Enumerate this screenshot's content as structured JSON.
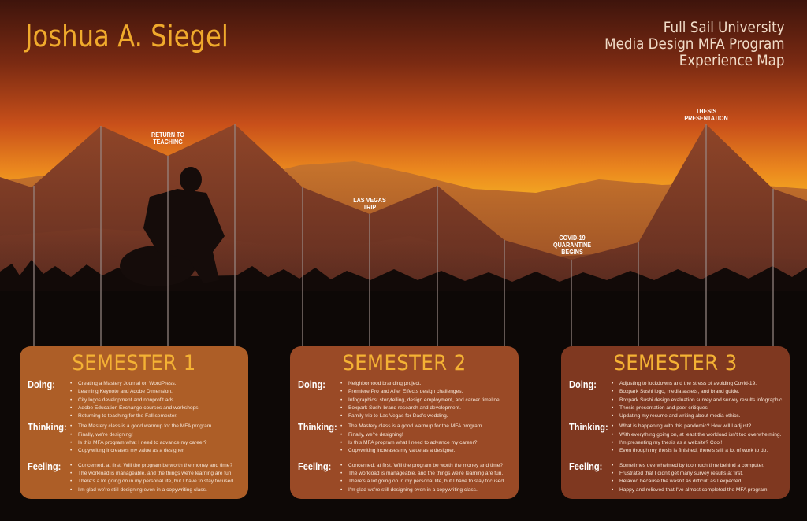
{
  "header": {
    "name": "Joshua A. Siegel",
    "org_lines": [
      "Full Sail University",
      "Media Design MFA Program",
      "Experience Map"
    ]
  },
  "milestones": [
    {
      "label_lines": [
        "RETURN TO",
        "TEACHING"
      ]
    },
    {
      "label_lines": [
        "LAS VEGAS",
        "TRIP"
      ]
    },
    {
      "label_lines": [
        "COVID-19",
        "QUARANTINE",
        "BEGINS"
      ]
    },
    {
      "label_lines": [
        "THESIS",
        "PRESENTATION"
      ]
    }
  ],
  "colors": {
    "title": "#f0aa2c",
    "card1": "#ad5e27",
    "card2": "#9a4a26",
    "card3": "#7f3820"
  },
  "cards": [
    {
      "title": "SEMESTER 1",
      "doing_label": "Doing:",
      "thinking_label": "Thinking:",
      "feeling_label": "Feeling:",
      "doing": [
        "Creating a Mastery Journal on WordPress.",
        "Learning Keynote and Adobe Dimension.",
        "City logos development and nonprofit ads.",
        "Adobe Education Exchange courses and workshops.",
        "Returning to teaching for the Fall semester."
      ],
      "thinking": [
        "The Mastery class is a good warmup for the MFA program.",
        "Finally, we're designing!",
        "Is this MFA program what I need to advance my career?",
        "Copywriting increases my value as a designer."
      ],
      "feeling": [
        "Concerned, at first. Will the program be worth the money and time?",
        "The workload is manageable, and the things we're learning are fun.",
        "There's a lot going on in my personal life, but I have to stay focused.",
        "I'm glad we're still designing even in a copywriting class."
      ]
    },
    {
      "title": "SEMESTER 2",
      "doing_label": "Doing:",
      "thinking_label": "Thinking:",
      "feeling_label": "Feeling:",
      "doing": [
        "Neighborhood branding project.",
        "Premiere Pro and After Effects design challenges.",
        "Infographics: storytelling, design employment, and career timeline.",
        "Boxpark Sushi brand research and development.",
        "Family trip to Las Vegas for Dad's wedding."
      ],
      "thinking": [
        "The Mastery class is a good warmup for the MFA program.",
        "Finally, we're designing!",
        "Is this MFA program what I need to advance my career?",
        "Copywriting increases my value as a designer."
      ],
      "feeling": [
        "Concerned, at first. Will the program be worth the money and time?",
        "The workload is manageable, and the things we're learning are fun.",
        "There's a lot going on in my personal life, but I have to stay focused.",
        "I'm glad we're still designing even in a copywriting class."
      ]
    },
    {
      "title": "SEMESTER 3",
      "doing_label": "Doing:",
      "thinking_label": "Thinking:",
      "feeling_label": "Feeling:",
      "doing": [
        "Adjusting to lockdowns and the stress of avoiding Covid-19.",
        "Boxpark Sushi logo, media assets, and brand guide.",
        "Boxpark Sushi design evaluation survey and survey results infographic.",
        "Thesis presentation and peer critiques.",
        "Updating my resume and writing about media ethics."
      ],
      "thinking": [
        "What is happening with this pandemic? How will I adjust?",
        "With everything going on, at least the workload isn't too overwhelming.",
        "I'm presenting my thesis as a website? Cool!",
        "Even though my thesis is finished, there's still a lot of work to do."
      ],
      "feeling": [
        "Sometimes overwhelmed by too much time behind a computer.",
        "Frustrated that I didn't get many survey results at first.",
        "Relaxed because the wasn't as difficult as I expected.",
        "Happy and relieved that I've almost completed the MFA program."
      ]
    }
  ]
}
